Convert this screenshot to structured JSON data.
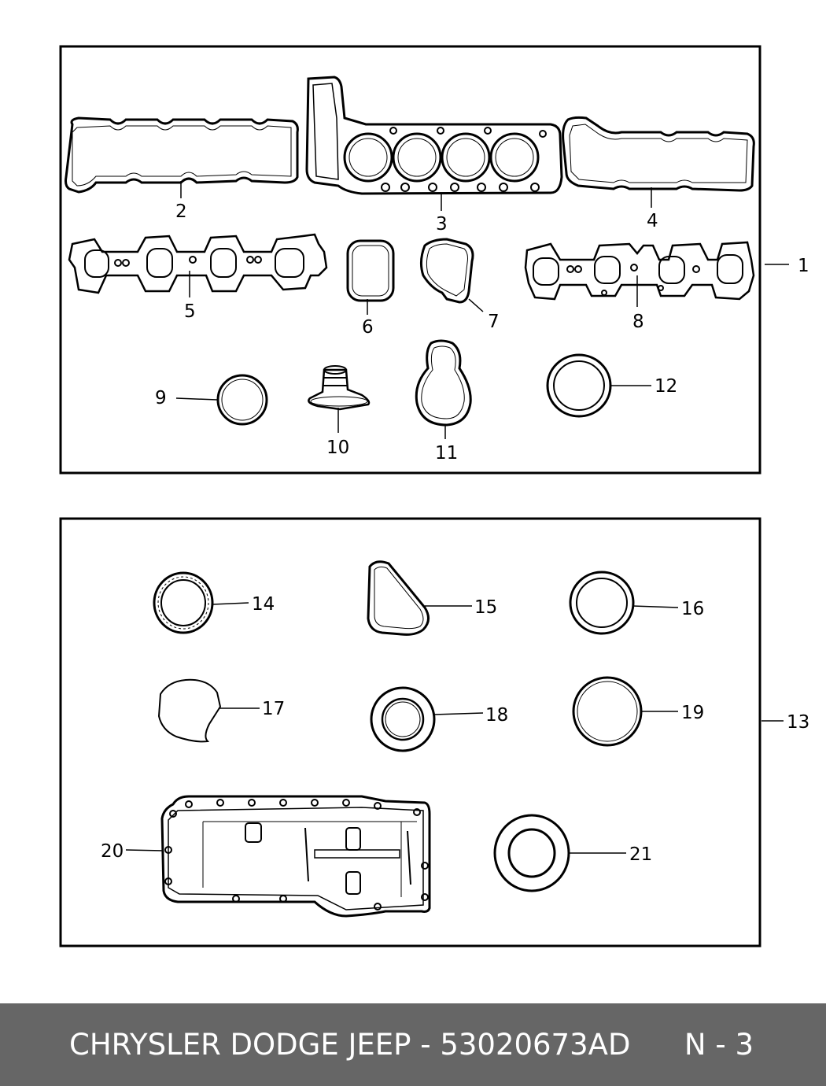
{
  "footer": {
    "title": "CHRYSLER DODGE JEEP - 53020673AD",
    "page": "N - 3"
  },
  "colors": {
    "footer_bg": "#666666",
    "footer_text": "#ffffff",
    "line": "#000000"
  },
  "callouts": {
    "c1": "1",
    "c2": "2",
    "c3": "3",
    "c4": "4",
    "c5": "5",
    "c6": "6",
    "c7": "7",
    "c8": "8",
    "c9": "9",
    "c10": "10",
    "c11": "11",
    "c12": "12",
    "c13": "13",
    "c14": "14",
    "c15": "15",
    "c16": "16",
    "c17": "17",
    "c18": "18",
    "c19": "19",
    "c20": "20",
    "c21": "21"
  }
}
